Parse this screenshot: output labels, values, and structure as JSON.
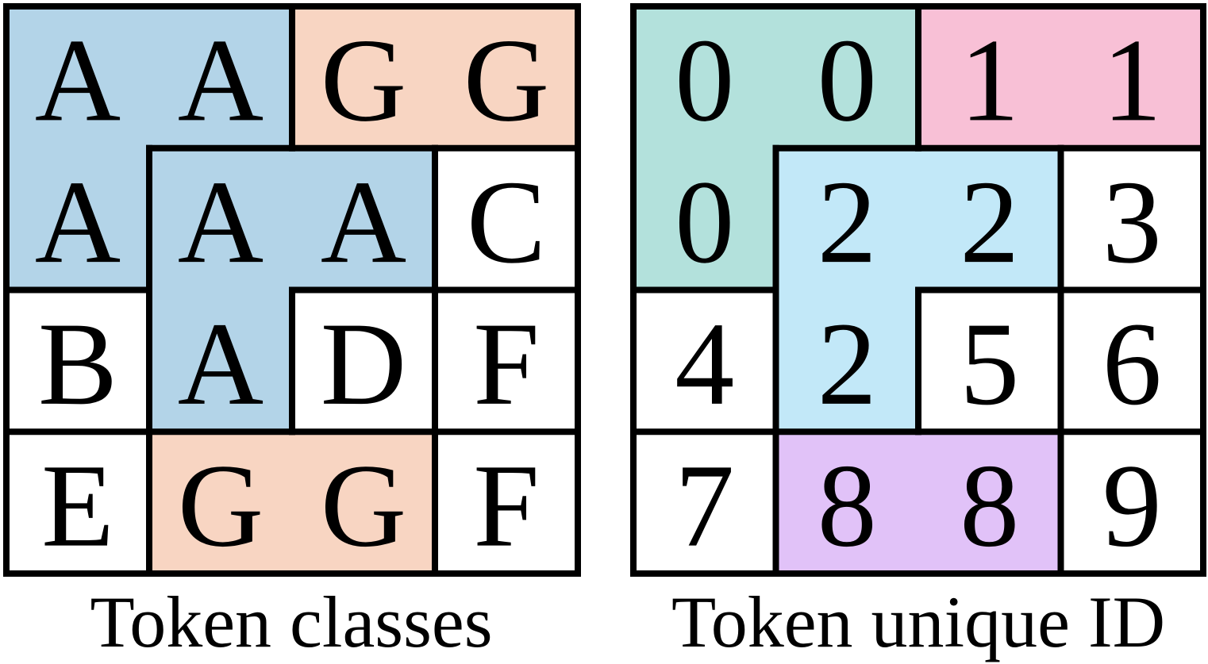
{
  "panels": [
    {
      "id": "token-classes",
      "caption": "Token classes",
      "cells": [
        [
          "A",
          "A",
          "G",
          "G"
        ],
        [
          "A",
          "A",
          "A",
          "C"
        ],
        [
          "B",
          "A",
          "D",
          "F"
        ],
        [
          "E",
          "G",
          "G",
          "F"
        ]
      ],
      "groups": [
        {
          "color": "#b3d4e8",
          "cells": [
            [
              0,
              0
            ],
            [
              0,
              1
            ],
            [
              1,
              0
            ]
          ]
        },
        {
          "color": "#f8d5c2",
          "cells": [
            [
              0,
              2
            ],
            [
              0,
              3
            ]
          ]
        },
        {
          "color": "#b3d4e8",
          "cells": [
            [
              1,
              1
            ],
            [
              1,
              2
            ],
            [
              2,
              1
            ]
          ]
        },
        {
          "color": "#f8d5c2",
          "cells": [
            [
              3,
              1
            ],
            [
              3,
              2
            ]
          ]
        },
        {
          "color": "#ffffff",
          "cells": [
            [
              1,
              3
            ]
          ]
        },
        {
          "color": "#ffffff",
          "cells": [
            [
              2,
              0
            ]
          ]
        },
        {
          "color": "#ffffff",
          "cells": [
            [
              2,
              2
            ]
          ]
        },
        {
          "color": "#ffffff",
          "cells": [
            [
              2,
              3
            ]
          ]
        },
        {
          "color": "#ffffff",
          "cells": [
            [
              3,
              0
            ]
          ]
        },
        {
          "color": "#ffffff",
          "cells": [
            [
              3,
              3
            ]
          ]
        }
      ]
    },
    {
      "id": "token-unique-id",
      "caption": "Token unique ID",
      "cells": [
        [
          "0",
          "0",
          "1",
          "1"
        ],
        [
          "0",
          "2",
          "2",
          "3"
        ],
        [
          "4",
          "2",
          "5",
          "6"
        ],
        [
          "7",
          "8",
          "8",
          "9"
        ]
      ],
      "groups": [
        {
          "color": "#b3e1dc",
          "cells": [
            [
              0,
              0
            ],
            [
              0,
              1
            ],
            [
              1,
              0
            ]
          ]
        },
        {
          "color": "#f8c0d6",
          "cells": [
            [
              0,
              2
            ],
            [
              0,
              3
            ]
          ]
        },
        {
          "color": "#c2e8f8",
          "cells": [
            [
              1,
              1
            ],
            [
              1,
              2
            ],
            [
              2,
              1
            ]
          ]
        },
        {
          "color": "#e1c2f8",
          "cells": [
            [
              3,
              1
            ],
            [
              3,
              2
            ]
          ]
        },
        {
          "color": "#ffffff",
          "cells": [
            [
              1,
              3
            ]
          ]
        },
        {
          "color": "#ffffff",
          "cells": [
            [
              2,
              0
            ]
          ]
        },
        {
          "color": "#ffffff",
          "cells": [
            [
              2,
              2
            ]
          ]
        },
        {
          "color": "#ffffff",
          "cells": [
            [
              2,
              3
            ]
          ]
        },
        {
          "color": "#ffffff",
          "cells": [
            [
              3,
              0
            ]
          ]
        },
        {
          "color": "#ffffff",
          "cells": [
            [
              3,
              3
            ]
          ]
        }
      ]
    }
  ]
}
